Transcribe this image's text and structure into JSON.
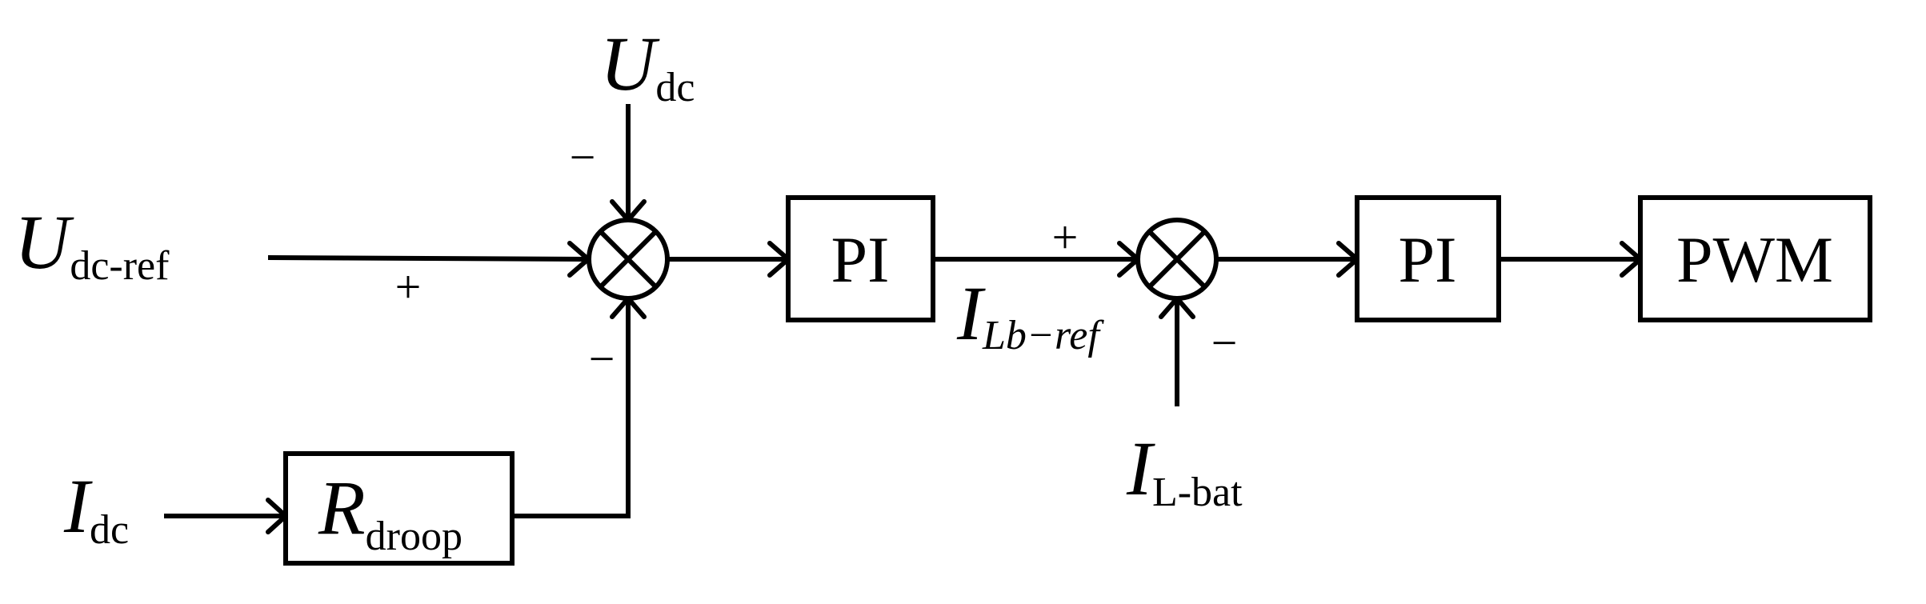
{
  "inputs": {
    "udc": {
      "symbol": "U",
      "subscript": "dc"
    },
    "udc_ref": {
      "symbol": "U",
      "subscript": "dc-ref"
    },
    "idc": {
      "symbol": "I",
      "subscript": "dc"
    },
    "il_bat": {
      "symbol": "I",
      "subscript": "L-bat"
    }
  },
  "blocks": {
    "droop": {
      "symbol": "R",
      "subscript": "droop"
    },
    "pi_outer": "PI",
    "pi_inner": "PI",
    "pwm": "PWM"
  },
  "signals": {
    "il_ref": {
      "symbol": "I",
      "subscript_main": "Lb",
      "subscript_tail": "−ref"
    }
  },
  "signs": {
    "sum1_top": "−",
    "sum1_left": "+",
    "sum1_bottom": "−",
    "sum2_left": "+",
    "sum2_bottom": "−"
  }
}
